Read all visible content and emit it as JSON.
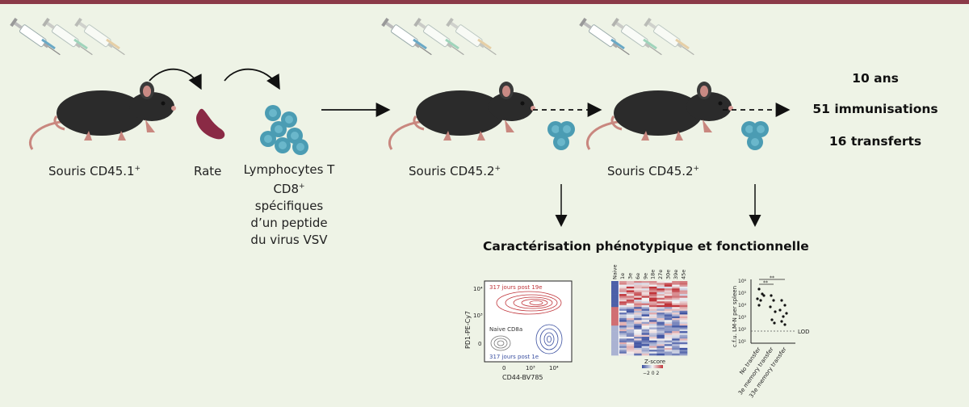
{
  "labels": {
    "mouse1": "Souris CD45.1",
    "mouse1_sup": "+",
    "spleen": "Rate",
    "tcell_lines": [
      "Lymphocytes T",
      "CD8",
      "spécifiques",
      "d’un peptide",
      "du virus VSV"
    ],
    "tcell_cd8_sup": "+",
    "mouse2": "Souris CD45.2",
    "mouse2_sup": "+",
    "mouse3": "Souris CD45.2",
    "mouse3_sup": "+"
  },
  "stats": {
    "years": "10 ans",
    "immunisations": "51 immunisations",
    "transfers": "16 transferts"
  },
  "characterisation_title": "Caractérisation phénotypique et fonctionnelle",
  "flow_plot": {
    "label_red": "317 jours post 19e",
    "label_naive": "Naive CD8a",
    "label_blue": "317 jours post 1e",
    "ylabel": "PD1-PE-Cy7",
    "xlabel": "CD44-BV785",
    "yticks": [
      "10⁴",
      "10³",
      "0"
    ],
    "xticks": [
      "0",
      "10³",
      "10⁴"
    ],
    "colors": {
      "red": "#c0343a",
      "blue": "#3a4fa0",
      "gray": "#777777"
    }
  },
  "heatmap": {
    "column_labels": [
      "Naive",
      "1e",
      "3e",
      "6e",
      "9e",
      "18e",
      "27e",
      "30e",
      "39e",
      "45e"
    ],
    "zscore_label": "Z-score",
    "scale_label": "−2 0 2"
  },
  "scatter_plot": {
    "ylabel": "c.f.u. LM-N per spleen",
    "yticks": [
      "10⁶",
      "10⁵",
      "10⁴",
      "10³",
      "10²",
      "10¹"
    ],
    "xticks": [
      "No transfer",
      "3e memory transfer",
      "33e memory transfer"
    ],
    "lod_label": "LOD",
    "significance": [
      "**",
      "**"
    ]
  },
  "colors": {
    "background": "#eef3e6",
    "top_bar": "#8b3a48",
    "mouse_body": "#2b2b2b",
    "tcell": "#4b9cb3",
    "spleen": "#8a2a45"
  }
}
